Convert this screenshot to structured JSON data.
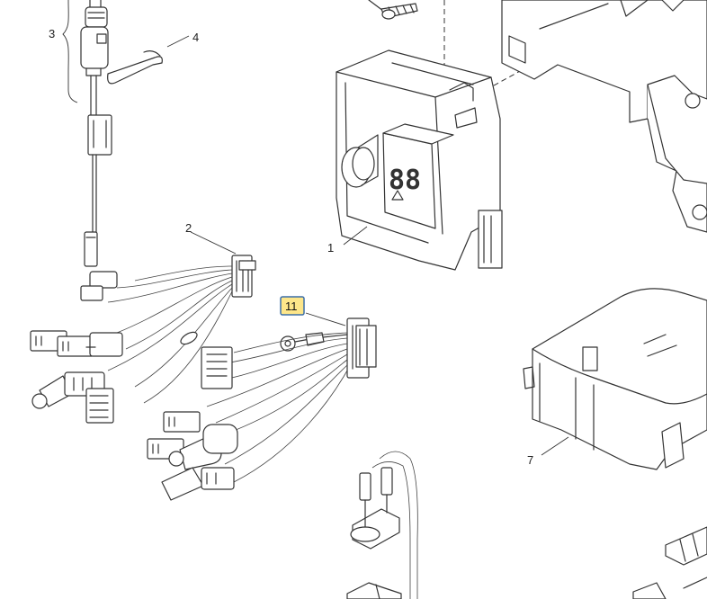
{
  "callouts": {
    "c1": "1",
    "c2": "2",
    "c3": "3",
    "c4": "4",
    "c7": "7",
    "c11": "11"
  },
  "display_digits": "88",
  "colors": {
    "highlight_fill": "#fde68a",
    "highlight_border": "#3b6ea8",
    "line": "#333333"
  }
}
